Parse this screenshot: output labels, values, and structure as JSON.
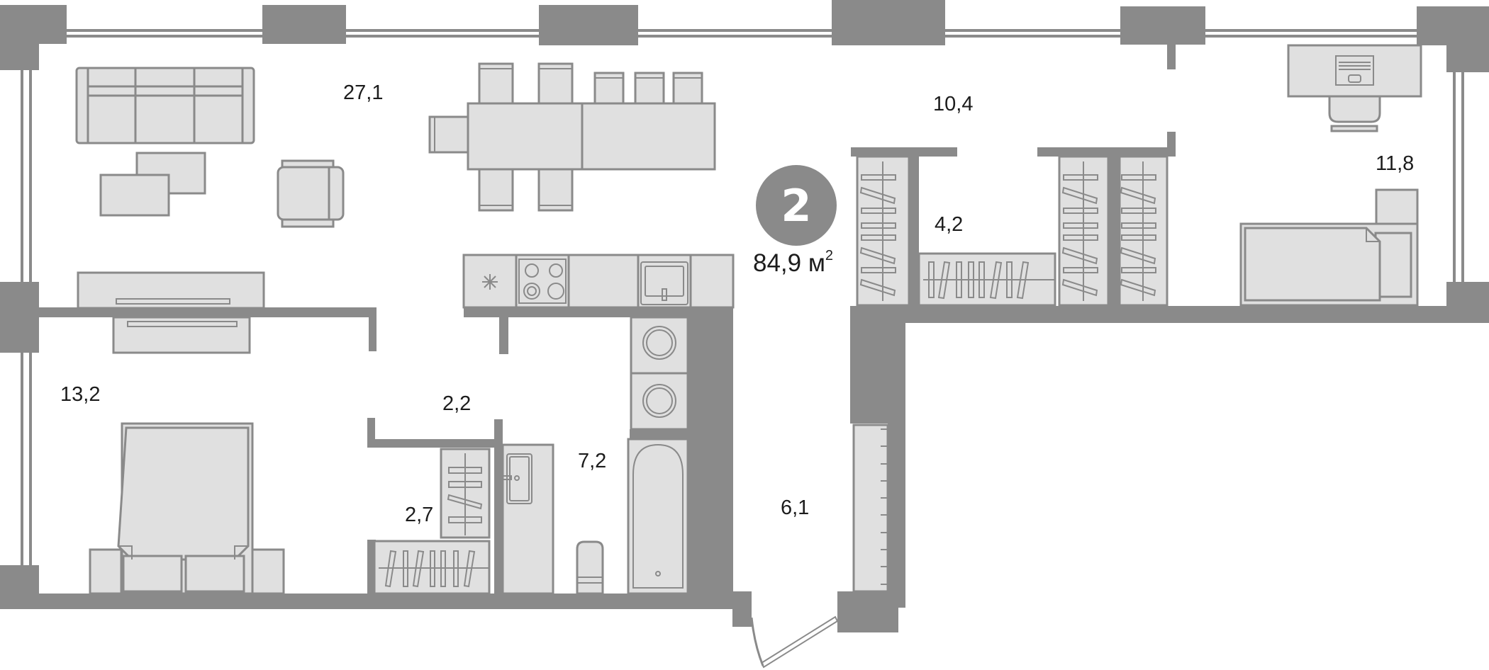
{
  "plan": {
    "apartment": {
      "rooms_count": "2",
      "total_area": "84,9",
      "area_unit": "м",
      "area_unit_power": "2"
    },
    "rooms": [
      {
        "id": "living-kitchen",
        "area": "27,1"
      },
      {
        "id": "bedroom-left",
        "area": "13,2"
      },
      {
        "id": "corridor-upper",
        "area": "10,4"
      },
      {
        "id": "bedroom-right",
        "area": "11,8"
      },
      {
        "id": "wardrobe-large",
        "area": "4,2"
      },
      {
        "id": "hall-small",
        "area": "2,2"
      },
      {
        "id": "wardrobe-small",
        "area": "2,7"
      },
      {
        "id": "bathroom",
        "area": "7,2"
      },
      {
        "id": "entrance-hall",
        "area": "6,1"
      }
    ],
    "colors": {
      "wall": "#8a8a8a",
      "furniture_fill": "#e0e0e0",
      "text": "#1c1c1c",
      "badge_text": "#ffffff"
    }
  }
}
